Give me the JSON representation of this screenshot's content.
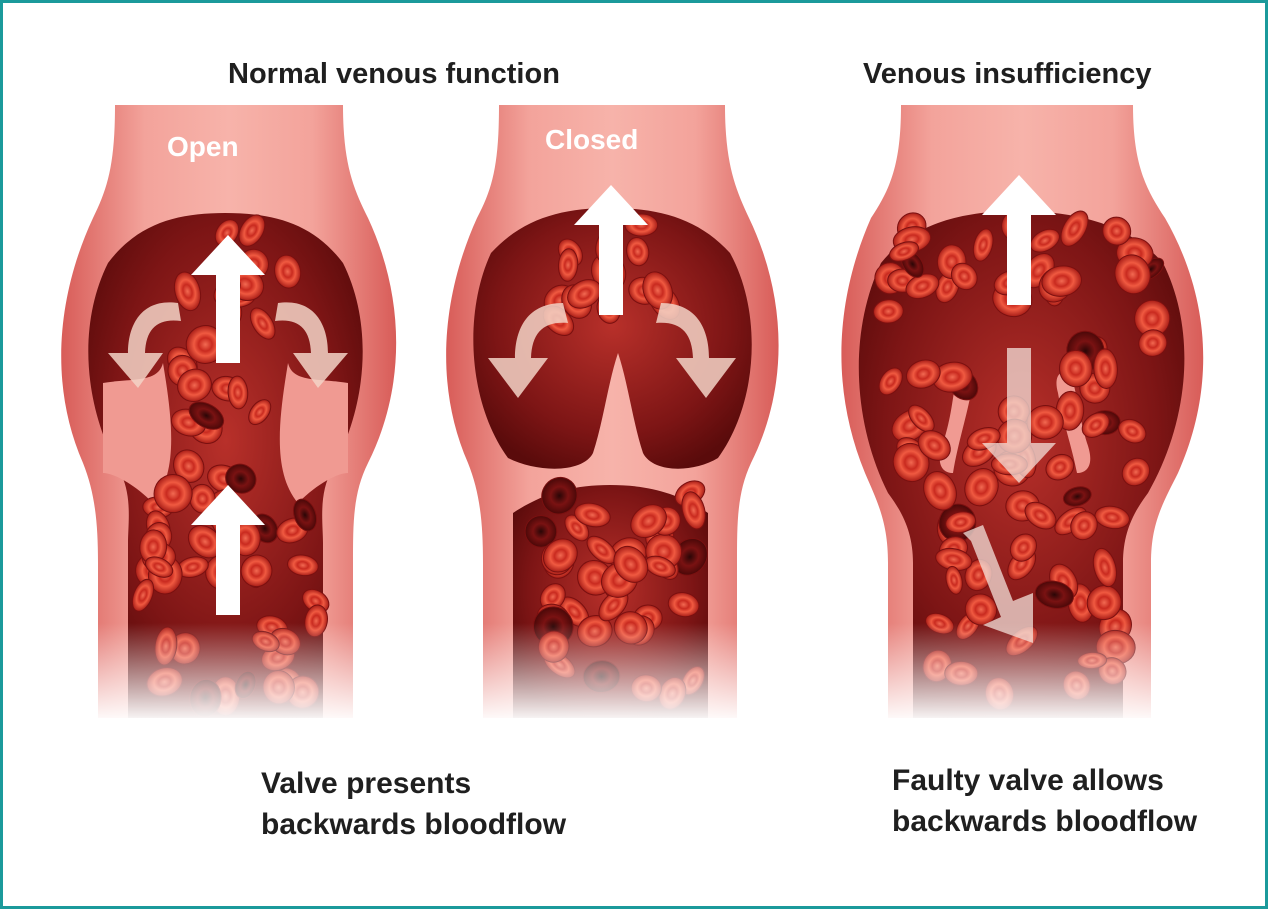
{
  "headings": {
    "normal": "Normal venous function",
    "insufficiency": "Venous insufficiency"
  },
  "labels": {
    "open": "Open",
    "closed": "Closed"
  },
  "captions": {
    "normal_line1": "Valve presents",
    "normal_line2": "backwards bloodflow",
    "faulty_line1": "Faulty valve allows",
    "faulty_line2": "backwards bloodflow"
  },
  "colors": {
    "border": "#1b9a9b",
    "vein_wall": "#e9827f",
    "vein_wall_light": "#f4a29c",
    "lumen": "#8e1c1c",
    "blood_cell": "#e03a2c",
    "arrow": "#ffffff"
  }
}
